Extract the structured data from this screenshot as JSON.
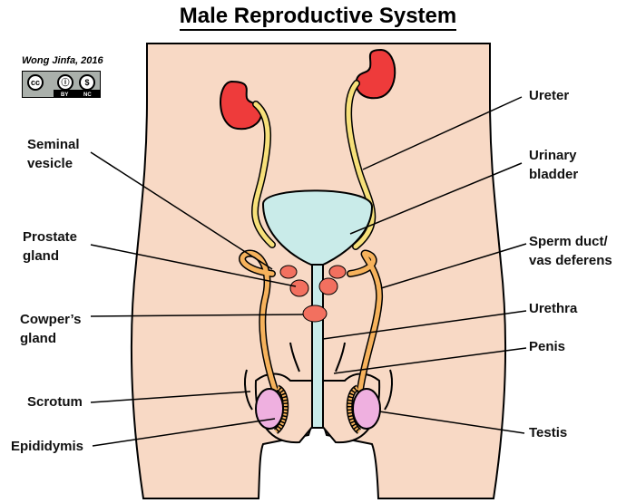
{
  "title": "Male Reproductive System",
  "credit": "Wong Jinfa, 2016",
  "license": {
    "badge": "cc",
    "tags": [
      "BY",
      "NC"
    ]
  },
  "labels_left": [
    {
      "id": "seminal-vesicle",
      "text": "Seminal\nvesicle"
    },
    {
      "id": "prostate-gland",
      "text": "Prostate\ngland"
    },
    {
      "id": "cowpers-gland",
      "text": "Cowper’s\ngland"
    },
    {
      "id": "scrotum",
      "text": "Scrotum"
    },
    {
      "id": "epididymis",
      "text": "Epididymis"
    }
  ],
  "labels_right": [
    {
      "id": "ureter",
      "text": "Ureter"
    },
    {
      "id": "urinary-bladder",
      "text": "Urinary\nbladder"
    },
    {
      "id": "sperm-duct",
      "text": "Sperm duct/\nvas deferens"
    },
    {
      "id": "urethra",
      "text": "Urethra"
    },
    {
      "id": "penis",
      "text": "Penis"
    },
    {
      "id": "testis",
      "text": "Testis"
    }
  ],
  "colors": {
    "skin": "#f8d9c5",
    "kidney": "#ee3b3b",
    "ureter": "#f7e07a",
    "bladder": "#c9ebe9",
    "sperm_duct": "#f6b25c",
    "glands": "#f2705f",
    "testis": "#efb0e0",
    "outline": "#000000"
  }
}
